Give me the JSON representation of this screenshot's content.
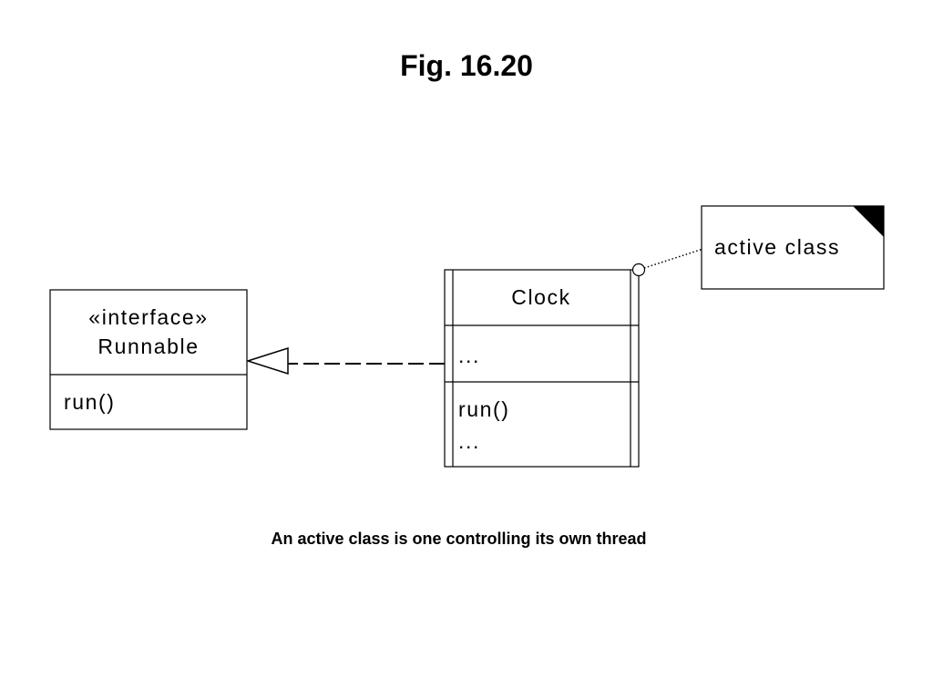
{
  "figure": {
    "title": "Fig. 16.20",
    "caption": "An active class is one controlling its own thread"
  },
  "interface_class": {
    "stereotype": "«interface»",
    "name": "Runnable",
    "operations": [
      "run()"
    ]
  },
  "active_class": {
    "name": "Clock",
    "attributes": [
      "..."
    ],
    "operations": [
      "run()",
      "..."
    ]
  },
  "note": {
    "text": "active class"
  },
  "relationships": [
    {
      "type": "realization",
      "from": "Clock",
      "to": "Runnable"
    },
    {
      "type": "note-anchor",
      "from": "active class",
      "to": "Clock"
    }
  ]
}
